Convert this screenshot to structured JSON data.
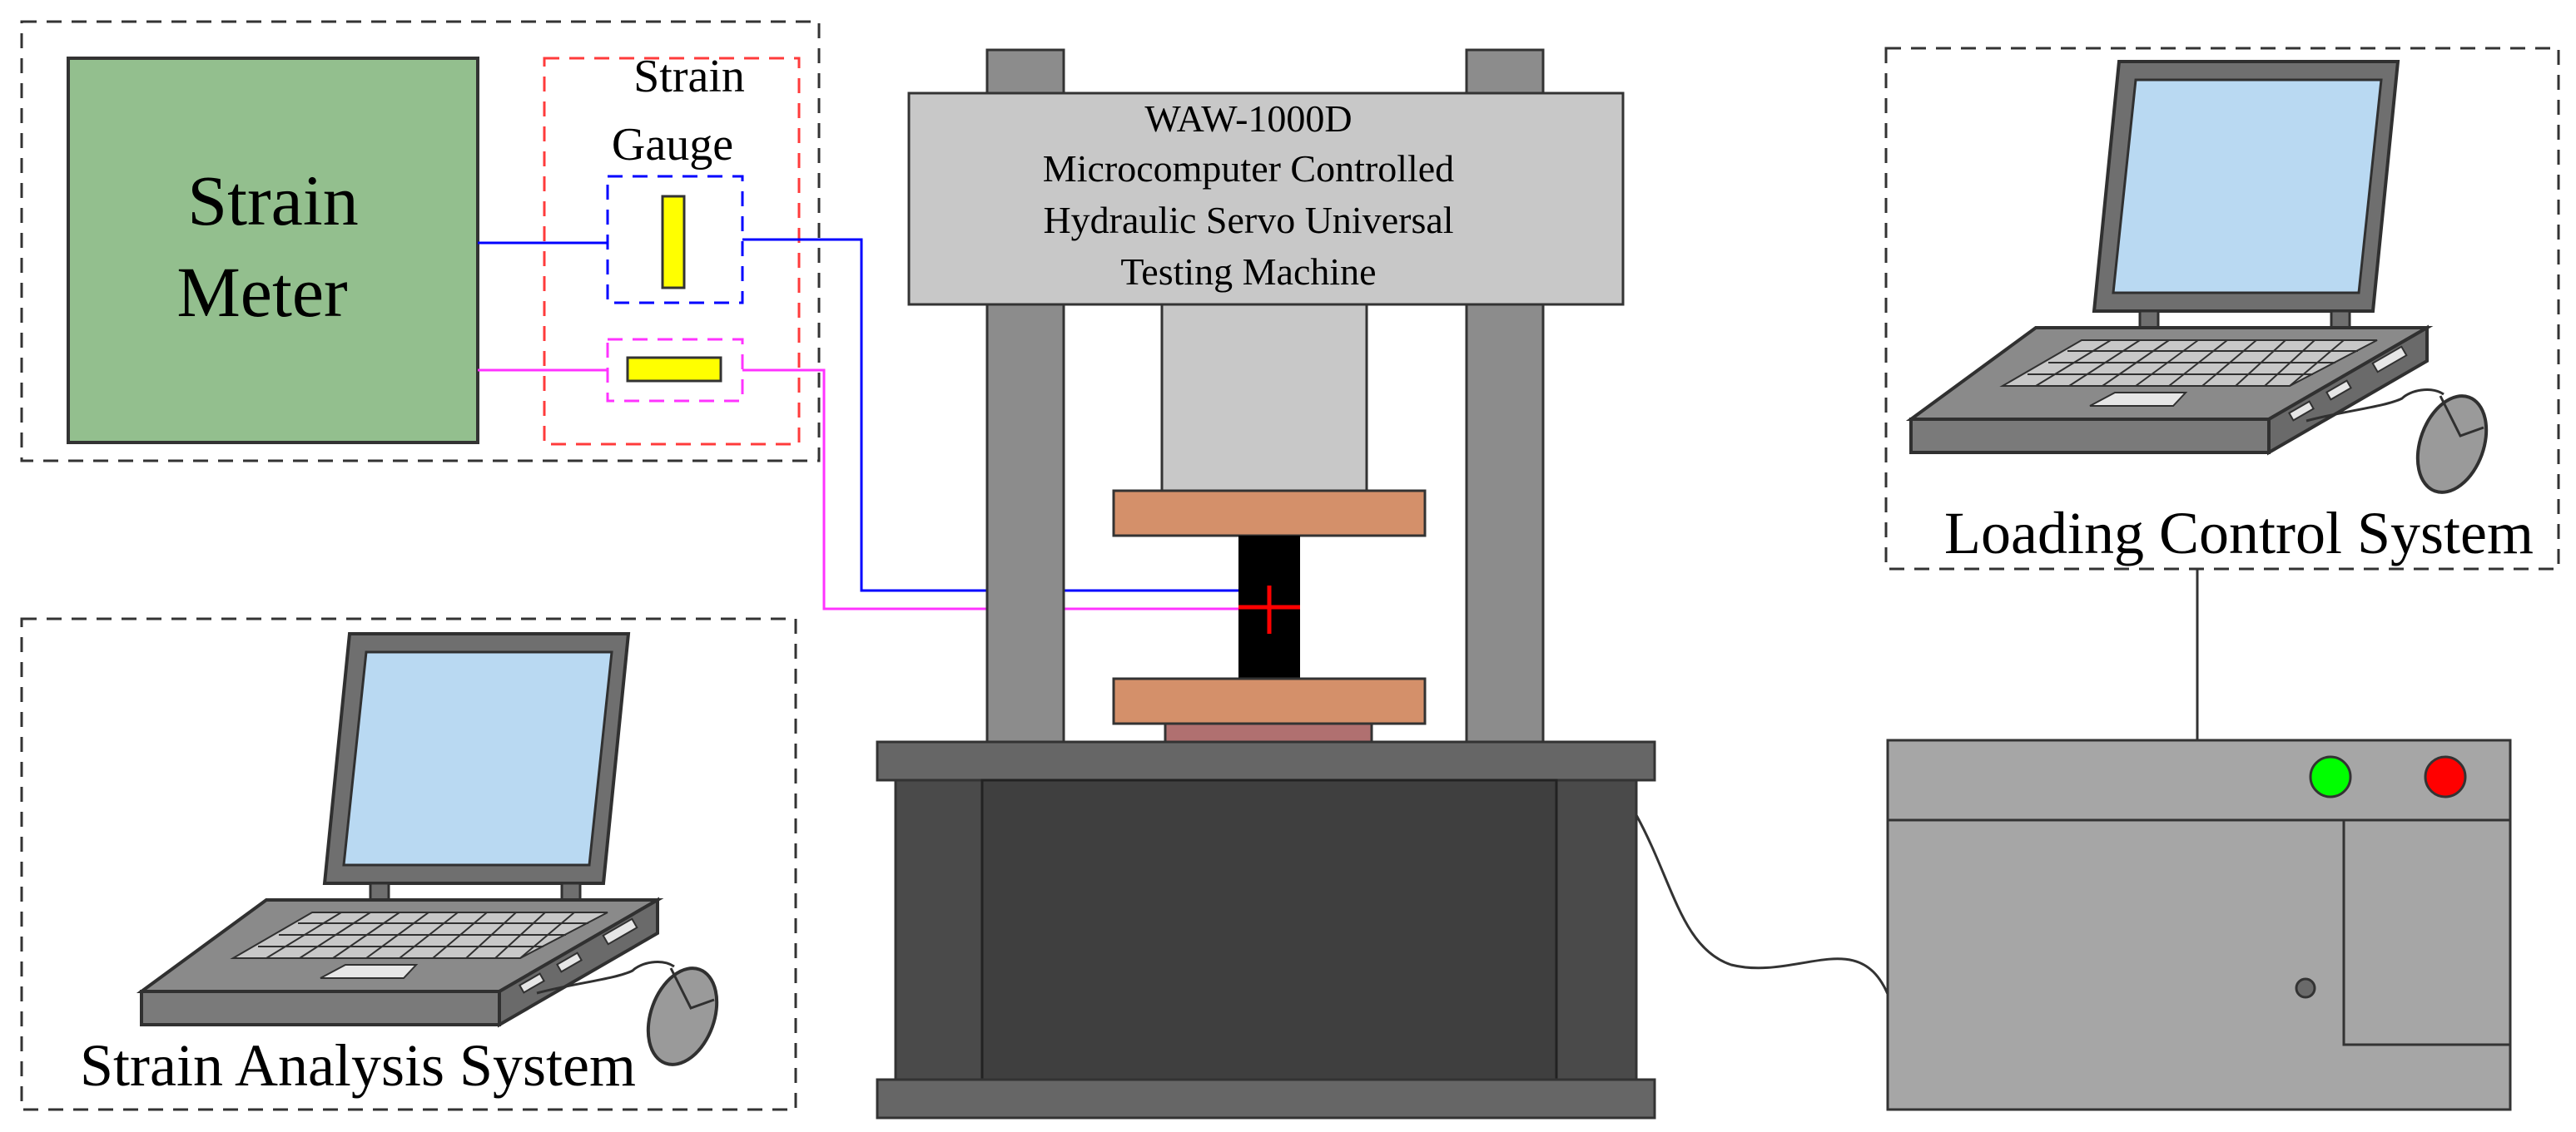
{
  "strain_meter": {
    "label_line1": "Strain",
    "label_line2": "Meter",
    "fill": "#93bf8e"
  },
  "strain_gauge": {
    "label_line1": "Strain",
    "label_line2": "Gauge",
    "gauge_color": "#ffff00"
  },
  "testing_machine": {
    "label_lines": [
      "WAW-1000D",
      "Microcomputer Controlled",
      "Hydraulic Servo Universal",
      "Testing Machine"
    ],
    "header_fill": "#c8c8c8",
    "frame_fill": "#4a4a4a",
    "platen_fill": "#d4906a"
  },
  "loading_control_system": {
    "label": "Loading Control System"
  },
  "strain_analysis_system": {
    "label": "Strain Analysis System"
  },
  "controller": {
    "green_light": "#00ff00",
    "red_light": "#ff0000",
    "fill": "#a6a6a6"
  },
  "wires": {
    "blue": "#0000ff",
    "magenta": "#ff33ff"
  },
  "laptop": {
    "screen_fill": "#b9d9f2",
    "body_fill": "#8a8a8a"
  }
}
